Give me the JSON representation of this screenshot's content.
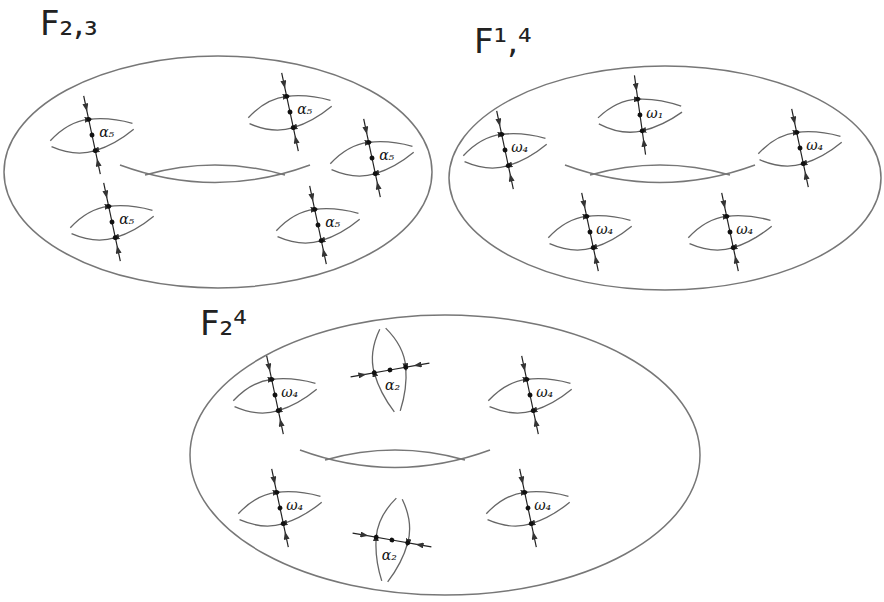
{
  "diagram": {
    "nodes": [
      {
        "text": [
          "F₂,₃",
          "α₅",
          "α₅",
          "α₅",
          "α₅",
          "α₅"
        ]
      },
      {
        "text": [
          "F¹,⁴",
          "ω₄",
          "ω₁",
          "ω₄",
          "ω₄",
          "ω₄"
        ]
      },
      {
        "text": [
          "F₂⁴",
          "ω₄",
          "α₂",
          "ω₄",
          "ω₄",
          "α₂",
          "ω₄"
        ]
      }
    ]
  }
}
